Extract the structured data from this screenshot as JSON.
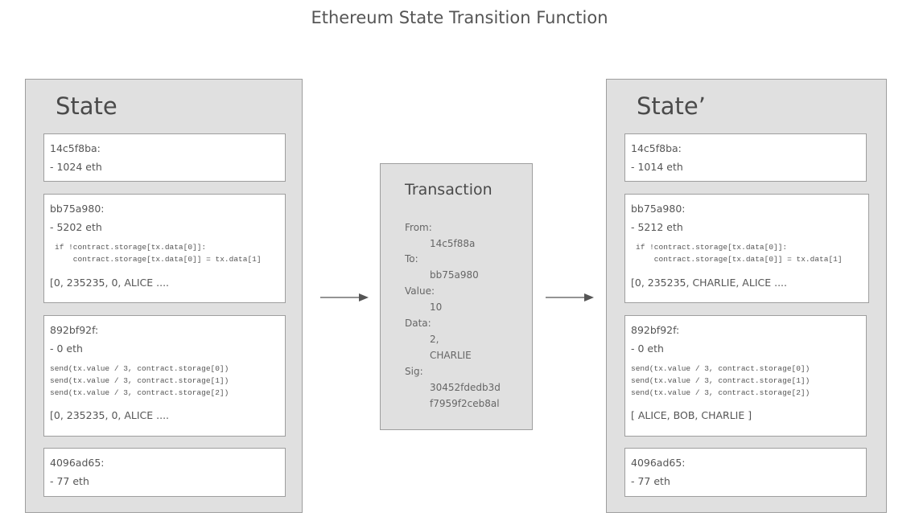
{
  "title": "Ethereum State Transition Function",
  "state_before": {
    "title": "State",
    "accounts": [
      {
        "address": "14c5f8ba:",
        "balance": "- 1024 eth"
      },
      {
        "address": "bb75a980:",
        "balance": "- 5202 eth",
        "code": "if !contract.storage[tx.data[0]]:\n    contract.storage[tx.data[0]] = tx.data[1]",
        "storage": "[0, 235235, 0, ALICE ...."
      },
      {
        "address": "892bf92f:",
        "balance": "- 0 eth",
        "code": "send(tx.value / 3, contract.storage[0])\nsend(tx.value / 3, contract.storage[1])\nsend(tx.value / 3, contract.storage[2])",
        "storage": "[0, 235235, 0, ALICE ...."
      },
      {
        "address": "4096ad65:",
        "balance": "- 77 eth"
      }
    ]
  },
  "transaction": {
    "title": "Transaction",
    "from_label": "From:",
    "from_value": "14c5f88a",
    "to_label": "To:",
    "to_value": "bb75a980",
    "value_label": "Value:",
    "value_value": "10",
    "data_label": "Data:",
    "data_value_1": "2,",
    "data_value_2": "CHARLIE",
    "sig_label": "Sig:",
    "sig_value_1": "30452fdedb3d",
    "sig_value_2": "f7959f2ceb8al"
  },
  "state_after": {
    "title": "State’",
    "accounts": [
      {
        "address": "14c5f8ba:",
        "balance": "- 1014 eth"
      },
      {
        "address": "bb75a980:",
        "balance": "- 5212 eth",
        "code": "if !contract.storage[tx.data[0]]:\n    contract.storage[tx.data[0]] = tx.data[1]",
        "storage": "[0, 235235, CHARLIE, ALICE ...."
      },
      {
        "address": "892bf92f:",
        "balance": "- 0 eth",
        "code": "send(tx.value / 3, contract.storage[0])\nsend(tx.value / 3, contract.storage[1])\nsend(tx.value / 3, contract.storage[2])",
        "storage": "[ ALICE, BOB, CHARLIE ]"
      },
      {
        "address": "4096ad65:",
        "balance": "- 77 eth"
      }
    ]
  }
}
